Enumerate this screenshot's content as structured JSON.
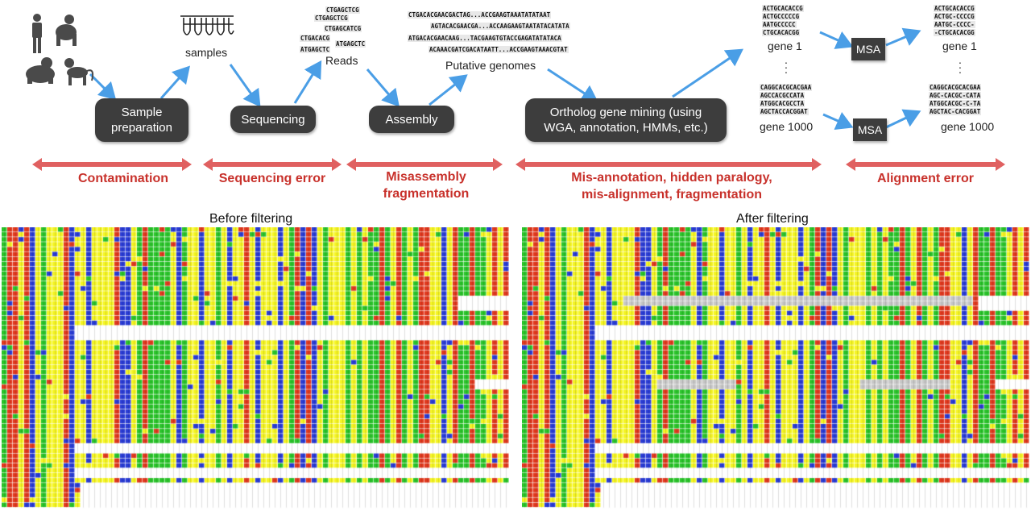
{
  "pipeline": {
    "steps": [
      {
        "id": "sample_prep",
        "label_line1": "Sample",
        "label_line2": "preparation"
      },
      {
        "id": "sequencing",
        "label_line1": "Sequencing",
        "label_line2": ""
      },
      {
        "id": "assembly",
        "label_line1": "Assembly",
        "label_line2": ""
      },
      {
        "id": "ortholog",
        "label_line1": "Ortholog gene mining (using",
        "label_line2": "WGA, annotation, HMMs, etc.)"
      }
    ],
    "products": {
      "samples": "samples",
      "reads": "Reads",
      "putative_genomes": "Putative genomes",
      "gene_first": "gene 1",
      "gene_last": "gene 1000",
      "aligned_gene_first": "gene 1",
      "aligned_gene_last": "gene 1000"
    },
    "msa_label": "MSA",
    "reads_seqs": [
      "CTGAGCTCG",
      "CTGAGCTCG",
      "CTGAGCATCG",
      "CTGACACG",
      "ATGAGCTC",
      "ATGAGCTC"
    ],
    "genome_seqs": [
      "CTGACACGAACGACTAG...ACCGAAGTAAATATATAAT",
      "AGTACACGAACGA...ACCAAGAAGTAATATACATATA",
      "ATGACACGAACAAG...TACGAAGTGTACCGAGATATATACA",
      "ACAAACGATCGACATAATT...ACCGAAGTAAACGTAT"
    ],
    "gene1_seqs": [
      "ACTGCACACCG",
      "ACTGCCCCCG",
      "AATGCCCCC",
      "CTGCACACGG"
    ],
    "gene1000_seqs": [
      "CAGGCACGCACGAA",
      "AGCCACGCCATA",
      "ATGGCACGCCTA",
      "AGCTACCACGGAT"
    ],
    "aligned1_seqs": [
      "ACTGCACACCG",
      "ACTGC-CCCCG",
      "AATGC-CCCC-",
      "-CTGCACACGG"
    ],
    "aligned1000_seqs": [
      "CAGGCACGCACGAA",
      "AGC-CACGC-CATA",
      "ATGGCACGC-C-TA",
      "AGCTAC-CACGGAT"
    ]
  },
  "error_sources": [
    {
      "id": "contamination",
      "line1": "Contamination",
      "line2": ""
    },
    {
      "id": "sequencing_error",
      "line1": "Sequencing error",
      "line2": ""
    },
    {
      "id": "misassembly",
      "line1": "Misassembly",
      "line2": "fragmentation"
    },
    {
      "id": "misannotation",
      "line1": "Mis-annotation, hidden paralogy,",
      "line2": "mis-alignment, fragmentation"
    },
    {
      "id": "alignment_error",
      "line1": "Alignment error",
      "line2": ""
    }
  ],
  "panels": {
    "before_title": "Before filtering",
    "after_title": "After filtering"
  },
  "colors": {
    "A": "#2b3dd6",
    "C": "#2bc52b",
    "G": "#e23a1f",
    "T": "#f5f522",
    "gap": "#ffffff",
    "masked": "#c8c8c8",
    "arrow_blue": "#4a9ee6",
    "error_red": "#c8312b",
    "error_arrow": "#e06060",
    "step_box": "#3d3d3d"
  },
  "icons": [
    "human-icon",
    "chimpanzee-icon",
    "gorilla-icon",
    "monkey-icon",
    "sample-tubes-icon"
  ]
}
